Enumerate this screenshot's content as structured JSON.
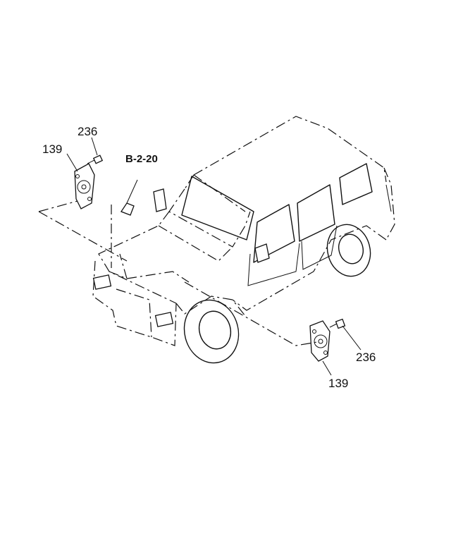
{
  "callouts": {
    "bolt_upper": "236",
    "bracket_upper": "139",
    "bolt_lower": "236",
    "bracket_lower": "139",
    "reference": "B-2-20"
  }
}
